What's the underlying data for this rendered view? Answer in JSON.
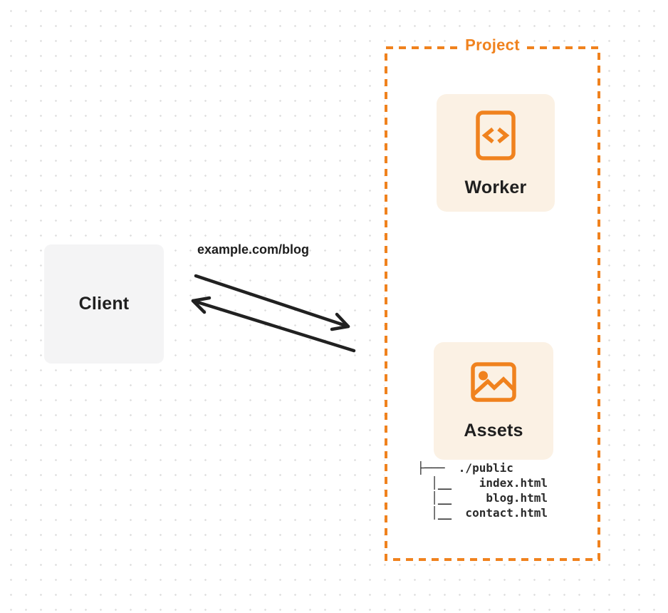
{
  "colors": {
    "orange": "#f0821e",
    "card_background": "#fbf1e4",
    "client_background": "#f4f4f5",
    "arrow": "#212121",
    "text_dark": "#1f1f1f",
    "background_dot": "#e0e0e0"
  },
  "client": {
    "label": "Client"
  },
  "request": {
    "url_label": "example.com/blog"
  },
  "arrows": {
    "request_arrow": "arrow-right-down-to-project",
    "response_arrow": "arrow-left-up-to-client"
  },
  "project": {
    "label": "Project",
    "worker": {
      "label": "Worker",
      "icon": "code-file-icon"
    },
    "assets": {
      "label": "Assets",
      "icon": "image-icon",
      "file_tree": [
        "├───  ./public",
        "  │__    index.html",
        "  │__     blog.html",
        "  │__  contact.html"
      ]
    }
  }
}
